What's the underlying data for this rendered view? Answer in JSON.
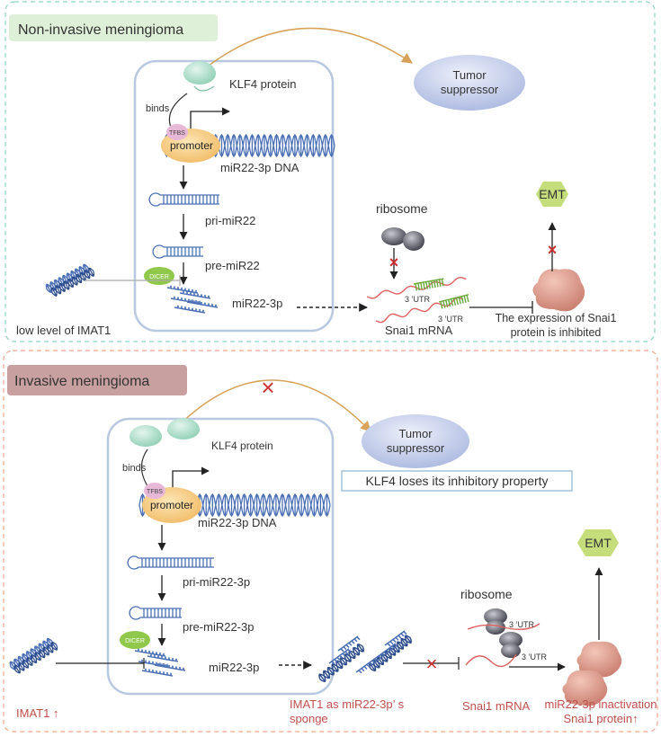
{
  "top": {
    "title": "Non-invasive meningioma",
    "klf4": "KLF4 protein",
    "binds": "binds",
    "tfbs": "TFBS",
    "promoter": "promoter",
    "dna": "miR22-3p DNA",
    "pri": "pri-miR22",
    "pre": "pre-miR22",
    "dicer": "DICER",
    "mature": "miR22-3p",
    "imat": "low level of IMAT1",
    "tumor1": "Tumor",
    "tumor2": "suppressor",
    "ribosome": "ribosome",
    "utr": "3 ’UTR",
    "snai": "Snai1 mRNA",
    "emt": "EMT",
    "expr1": "The expression of Snai1",
    "expr2": "protein is inhibited"
  },
  "bottom": {
    "title": "Invasive meningioma",
    "klf4": "KLF4 protein",
    "binds": "binds",
    "tfbs": "TFBS",
    "promoter": "promoter",
    "dna": "miR22-3p DNA",
    "pri": "pri-miR22-3p",
    "pre": "pre-miR22-3p",
    "dicer": "DICER",
    "mature": "miR22-3p",
    "imat": "IMAT1 ↑",
    "tumor1": "Tumor",
    "tumor2": "suppressor",
    "klf4_lose": "KLF4 loses its inhibitory property",
    "sponge1": "IMAT1 as miR22-3p’ s",
    "sponge2": "sponge",
    "ribosome": "ribosome",
    "utr": "3 ’UTR",
    "snai": "Snai1 mRNA",
    "inact1": "miR22-3p inactivation",
    "inact2": "Snai1 protein↑",
    "emt": "EMT"
  },
  "colors": {
    "top_panel_border": "#8fd3c8",
    "top_title_bg": "#dff0d8",
    "bottom_panel_border": "#f0a890",
    "bottom_title_bg": "#c9a0a0",
    "cell_border": "#b8c8e0",
    "dna": "#4a6fb5",
    "promoter": "#f5c97a",
    "klf4": "#a8dcc8",
    "tumor": "#c5cfea",
    "emt": "#c5dd7a",
    "mrna": "#e06060",
    "protein": "#d99080",
    "red_text": "#c0504d",
    "red_x": "#d03030"
  }
}
